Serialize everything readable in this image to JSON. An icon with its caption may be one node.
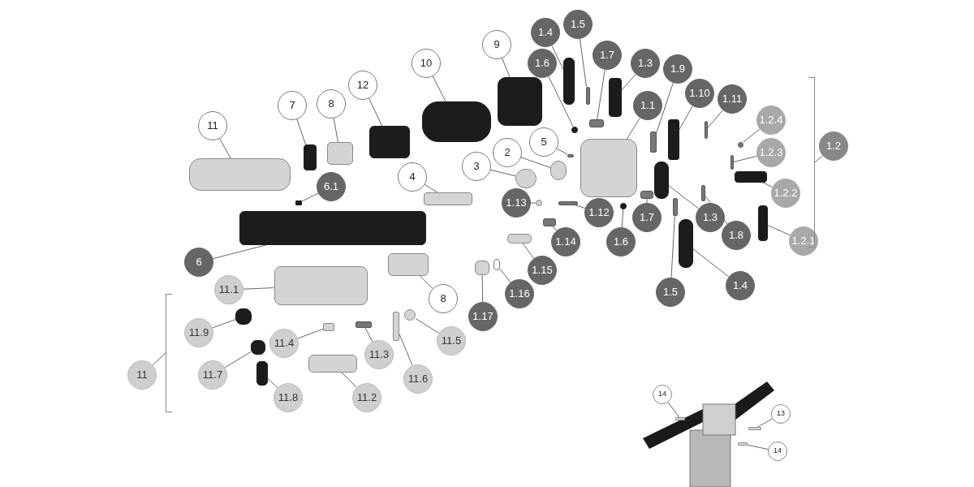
{
  "diagram": {
    "nodes": [
      {
        "text": [
          "11"
        ]
      },
      {
        "text": [
          "7"
        ]
      },
      {
        "text": [
          "8"
        ]
      },
      {
        "text": [
          "12"
        ]
      },
      {
        "text": [
          "10"
        ]
      },
      {
        "text": [
          "9"
        ]
      },
      {
        "text": [
          "1.4"
        ]
      },
      {
        "text": [
          "1.5"
        ]
      },
      {
        "text": [
          "1.6"
        ]
      },
      {
        "text": [
          "1.7"
        ]
      },
      {
        "text": [
          "1.3"
        ]
      },
      {
        "text": [
          "1.9"
        ]
      },
      {
        "text": [
          "1.1"
        ]
      },
      {
        "text": [
          "1.10"
        ]
      },
      {
        "text": [
          "1.11"
        ]
      },
      {
        "text": [
          "1.2.4"
        ]
      },
      {
        "text": [
          "1.2.3"
        ]
      },
      {
        "text": [
          "1.2"
        ]
      },
      {
        "text": [
          "1.2.2"
        ]
      },
      {
        "text": [
          "1.2.1"
        ]
      },
      {
        "text": [
          "6.1"
        ]
      },
      {
        "text": [
          "4"
        ]
      },
      {
        "text": [
          "3"
        ]
      },
      {
        "text": [
          "2"
        ]
      },
      {
        "text": [
          "5"
        ]
      },
      {
        "text": [
          "1.13"
        ]
      },
      {
        "text": [
          "1.12"
        ]
      },
      {
        "text": [
          "1.14"
        ]
      },
      {
        "text": [
          "1.15"
        ]
      },
      {
        "text": [
          "1.16"
        ]
      },
      {
        "text": [
          "1.17"
        ]
      },
      {
        "text": [
          "1.7"
        ]
      },
      {
        "text": [
          "1.6"
        ]
      },
      {
        "text": [
          "1.3"
        ]
      },
      {
        "text": [
          "1.8"
        ]
      },
      {
        "text": [
          "1.5"
        ]
      },
      {
        "text": [
          "1.4"
        ]
      },
      {
        "text": [
          "6"
        ]
      },
      {
        "text": [
          "11.1"
        ]
      },
      {
        "text": [
          "8"
        ]
      },
      {
        "text": [
          "11.9"
        ]
      },
      {
        "text": [
          "11.4"
        ]
      },
      {
        "text": [
          "11.3"
        ]
      },
      {
        "text": [
          "11.6"
        ]
      },
      {
        "text": [
          "11.5"
        ]
      },
      {
        "text": [
          "11.7"
        ]
      },
      {
        "text": [
          "11.2"
        ]
      },
      {
        "text": [
          "11"
        ]
      },
      {
        "text": [
          "11.8"
        ]
      },
      {
        "text": [
          "14"
        ]
      },
      {
        "text": [
          "13"
        ]
      },
      {
        "text": [
          "14"
        ]
      },
      {
        "text": [],
        "shape": "box"
      },
      {
        "text": [],
        "shape": "box"
      },
      {
        "text": [],
        "shape": "box"
      },
      {
        "text": [],
        "shape": "box"
      },
      {
        "text": [],
        "shape": "box"
      },
      {
        "text": [],
        "shape": "box"
      },
      {
        "text": [],
        "shape": "box"
      },
      {
        "text": [],
        "shape": "box"
      },
      {
        "text": [],
        "shape": "circle"
      },
      {
        "text": [],
        "shape": "box"
      },
      {
        "text": [],
        "shape": "box"
      },
      {
        "text": [],
        "shape": "box"
      },
      {
        "text": [],
        "shape": "box"
      },
      {
        "text": [],
        "shape": "box"
      },
      {
        "text": [],
        "shape": "box"
      },
      {
        "text": [],
        "shape": "circle"
      },
      {
        "text": [],
        "shape": "box"
      },
      {
        "text": [],
        "shape": "bracket"
      },
      {
        "text": [],
        "shape": "box"
      },
      {
        "text": [],
        "shape": "box"
      },
      {
        "text": [],
        "shape": "box"
      },
      {
        "text": [],
        "shape": "box"
      },
      {
        "text": [],
        "shape": "circle"
      },
      {
        "text": [],
        "shape": "circle"
      },
      {
        "text": [],
        "shape": "box"
      },
      {
        "text": [],
        "shape": "circle"
      },
      {
        "text": [],
        "shape": "box"
      },
      {
        "text": [],
        "shape": "box"
      },
      {
        "text": [],
        "shape": "box"
      },
      {
        "text": [],
        "shape": "box"
      },
      {
        "text": [],
        "shape": "box"
      },
      {
        "text": [],
        "shape": "box"
      },
      {
        "text": [],
        "shape": "circle"
      },
      {
        "text": [],
        "shape": "box"
      },
      {
        "text": [],
        "shape": "box"
      },
      {
        "text": [],
        "shape": "box"
      },
      {
        "text": [],
        "shape": "box"
      },
      {
        "text": [],
        "shape": "box"
      },
      {
        "text": [],
        "shape": "box"
      },
      {
        "text": [],
        "shape": "box"
      },
      {
        "text": [],
        "shape": "box"
      },
      {
        "text": [],
        "shape": "box"
      },
      {
        "text": [],
        "shape": "box"
      },
      {
        "text": [],
        "shape": "box"
      },
      {
        "text": [],
        "shape": "circle"
      },
      {
        "text": [],
        "shape": "box"
      },
      {
        "text": [],
        "shape": "box"
      },
      {
        "text": [],
        "shape": "bracket"
      },
      {
        "text": [],
        "shape": "box"
      },
      {
        "text": [],
        "shape": "box"
      },
      {
        "text": [],
        "shape": "box"
      },
      {
        "text": [],
        "shape": "box"
      }
    ],
    "edges": [
      {
        "from": 0,
        "to": 52,
        "arrow": "none"
      },
      {
        "from": 1,
        "to": 53,
        "arrow": "none"
      },
      {
        "from": 2,
        "to": 54,
        "arrow": "none"
      },
      {
        "from": 3,
        "to": 55,
        "arrow": "none"
      },
      {
        "from": 4,
        "to": 56,
        "arrow": "none"
      },
      {
        "from": 5,
        "to": 57,
        "arrow": "none"
      },
      {
        "from": 6,
        "to": 58,
        "arrow": "none"
      },
      {
        "from": 7,
        "to": 59,
        "arrow": "none"
      },
      {
        "from": 8,
        "to": 60,
        "arrow": "none"
      },
      {
        "from": 9,
        "to": 61,
        "arrow": "none"
      },
      {
        "from": 10,
        "to": 62,
        "arrow": "none"
      },
      {
        "from": 11,
        "to": 63,
        "arrow": "none"
      },
      {
        "from": 12,
        "to": 64,
        "arrow": "none"
      },
      {
        "from": 13,
        "to": 65,
        "arrow": "none"
      },
      {
        "from": 14,
        "to": 66,
        "arrow": "none"
      },
      {
        "from": 15,
        "to": 67,
        "arrow": "none"
      },
      {
        "from": 16,
        "to": 68,
        "arrow": "none"
      },
      {
        "from": 17,
        "to": 69,
        "arrow": "none"
      },
      {
        "from": 18,
        "to": 70,
        "arrow": "none"
      },
      {
        "from": 19,
        "to": 71,
        "arrow": "none"
      },
      {
        "from": 20,
        "to": 72,
        "arrow": "none"
      },
      {
        "from": 21,
        "to": 73,
        "arrow": "none"
      },
      {
        "from": 22,
        "to": 74,
        "arrow": "none"
      },
      {
        "from": 23,
        "to": 75,
        "arrow": "none"
      },
      {
        "from": 24,
        "to": 76,
        "arrow": "none"
      },
      {
        "from": 25,
        "to": 77,
        "arrow": "none"
      },
      {
        "from": 26,
        "to": 78,
        "arrow": "none"
      },
      {
        "from": 27,
        "to": 79,
        "arrow": "none"
      },
      {
        "from": 28,
        "to": 80,
        "arrow": "none"
      },
      {
        "from": 29,
        "to": 81,
        "arrow": "none"
      },
      {
        "from": 30,
        "to": 82,
        "arrow": "none"
      },
      {
        "from": 31,
        "to": 83,
        "arrow": "none"
      },
      {
        "from": 32,
        "to": 84,
        "arrow": "none"
      },
      {
        "from": 33,
        "to": 85,
        "arrow": "none"
      },
      {
        "from": 34,
        "to": 86,
        "arrow": "none"
      },
      {
        "from": 35,
        "to": 87,
        "arrow": "none"
      },
      {
        "from": 36,
        "to": 88,
        "arrow": "none"
      },
      {
        "from": 37,
        "to": 89,
        "arrow": "none"
      },
      {
        "from": 38,
        "to": 90,
        "arrow": "none"
      },
      {
        "from": 39,
        "to": 91,
        "arrow": "none"
      },
      {
        "from": 40,
        "to": 92,
        "arrow": "none"
      },
      {
        "from": 41,
        "to": 93,
        "arrow": "none"
      },
      {
        "from": 42,
        "to": 94,
        "arrow": "none"
      },
      {
        "from": 43,
        "to": 95,
        "arrow": "none"
      },
      {
        "from": 44,
        "to": 96,
        "arrow": "none"
      },
      {
        "from": 45,
        "to": 97,
        "arrow": "none"
      },
      {
        "from": 46,
        "to": 98,
        "arrow": "none"
      },
      {
        "from": 47,
        "to": 99,
        "arrow": "none"
      },
      {
        "from": 48,
        "to": 100,
        "arrow": "none"
      },
      {
        "from": 49,
        "to": 101,
        "arrow": "none"
      },
      {
        "from": 50,
        "to": 102,
        "arrow": "none"
      },
      {
        "from": 51,
        "to": 103,
        "arrow": "none"
      }
    ]
  }
}
